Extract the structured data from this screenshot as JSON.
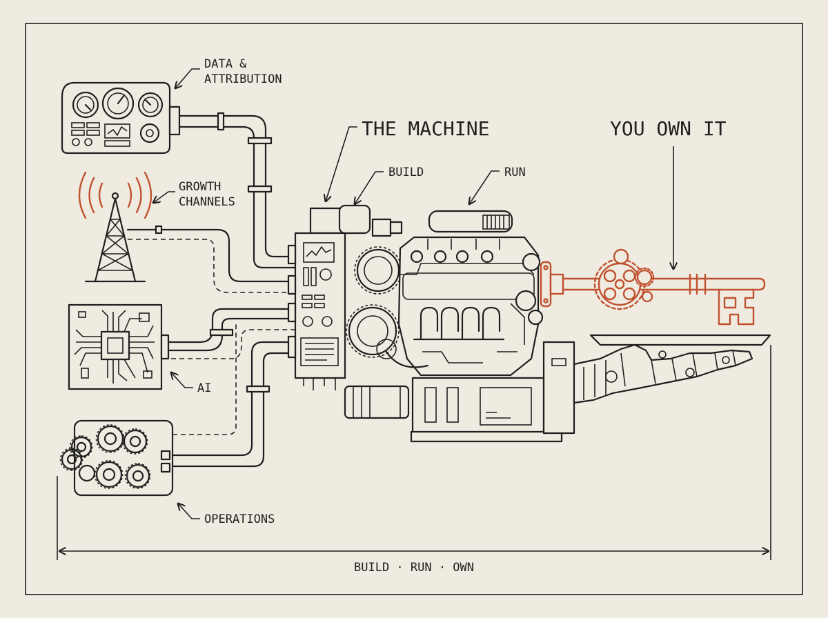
{
  "labels": {
    "data_attribution_line1": "DATA &",
    "data_attribution_line2": "ATTRIBUTION",
    "growth_channels_line1": "GROWTH",
    "growth_channels_line2": "CHANNELS",
    "ai": "AI",
    "operations": "OPERATIONS",
    "the_machine": "THE MACHINE",
    "build": "BUILD",
    "run": "RUN",
    "you_own_it": "YOU OWN IT",
    "timeline": "BUILD · RUN · OWN"
  },
  "icons": {
    "dashboard": "dashboard-gauges-icon",
    "tower": "radio-tower-icon",
    "chip": "circuit-chip-icon",
    "gears": "gearbox-icon",
    "engine": "engine-machine-icon",
    "key": "key-icon",
    "hand": "robot-hand-icon"
  },
  "colors": {
    "background": "#f0ebe1",
    "ink": "#1f1f1f",
    "accent": "#c0512e"
  }
}
